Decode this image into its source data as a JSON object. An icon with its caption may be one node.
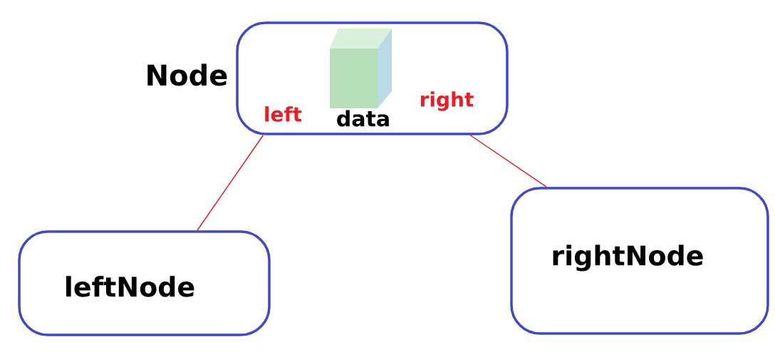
{
  "diagram": {
    "nodes": [
      {
        "text": [
          "Node",
          "left",
          "data",
          "right"
        ]
      },
      {
        "text": [
          "leftNode"
        ]
      },
      {
        "text": [
          "rightNode"
        ]
      }
    ],
    "edges": [
      {
        "from": 0,
        "to": 1,
        "arrow": "none"
      },
      {
        "from": 0,
        "to": 2,
        "arrow": "none"
      }
    ]
  }
}
